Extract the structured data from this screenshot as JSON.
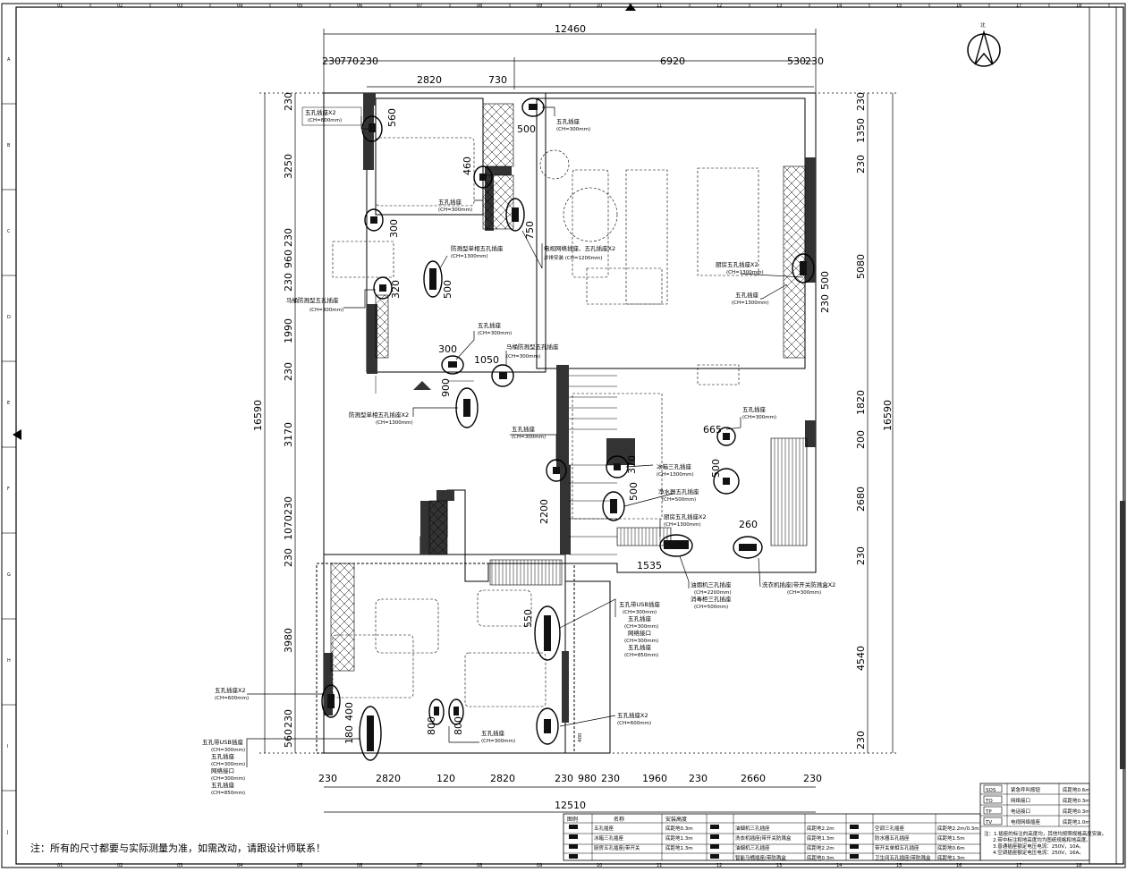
{
  "note": "注：所有的尺寸都要与实际测量为准，如需改动，请跟设计师联系！",
  "north_label": "北",
  "dims_top": [
    "12460",
    "230",
    "770",
    "230",
    "2820",
    "730",
    "6920",
    "530",
    "230"
  ],
  "dims_bottom": [
    "230",
    "2820",
    "120",
    "2820",
    "230",
    "980",
    "230",
    "1960",
    "230",
    "2660",
    "230",
    "12510"
  ],
  "dims_left": [
    "230",
    "3250",
    "230",
    "960",
    "230",
    "1990",
    "230",
    "3170",
    "230",
    "1070",
    "230",
    "3980",
    "230",
    "560",
    "16590"
  ],
  "dims_right": [
    "230",
    "1350",
    "230",
    "5080",
    "230",
    "500",
    "1820",
    "200",
    "2680",
    "230",
    "4540",
    "230",
    "16590"
  ],
  "dims_inner": [
    "560",
    "500",
    "460",
    "300",
    "320",
    "750",
    "500",
    "300",
    "1050",
    "900",
    "665",
    "370",
    "500",
    "500",
    "2200",
    "1535",
    "260",
    "550",
    "400",
    "180",
    "800",
    "800",
    "400"
  ],
  "labels": {
    "l1": "五孔插座X2",
    "l1s": "(CH=600mm)",
    "l2": "五孔插座",
    "l2s": "(CH=300mm)",
    "l3": "五孔插座",
    "l3s": "(CH=300mm)",
    "l4": "防溅型单相五孔插座",
    "l4s": "(CH=1300mm)",
    "l5": "电视网络插座、五孔插座X2",
    "l5s": "并排安装 (CH=1200mm)",
    "l6": "马桶防溅型五孔插座",
    "l6s": "(CH=300mm)",
    "l7": "五孔插座",
    "l7s": "(CH=300mm)",
    "l8": "马桶防溅型五孔插座",
    "l8s": "(CH=300mm)",
    "l9": "防溅型单相五孔插座X2",
    "l9s": "(CH=1300mm)",
    "l10": "五孔插座",
    "l10s": "(CH=300mm)",
    "l11": "厨房五孔插座X2",
    "l11s": "(CH=1300mm)",
    "l12": "五孔插座",
    "l12s": "(CH=1300mm)",
    "l13": "五孔插座",
    "l13s": "(CH=300mm)",
    "l14": "冰箱三孔插座",
    "l14s": "(CH=1300mm)",
    "l15": "净水器五孔插座",
    "l15s": "(CH=500mm)",
    "l16": "厨房五孔插座X2",
    "l16s": "(CH=1300mm)",
    "l17": "油烟机三孔插座",
    "l17s": "(CH=2200mm)",
    "l17b": "消毒柜三孔插座",
    "l17bs": "(CH=500mm)",
    "l18": "洗衣机插座|带开关防溅盒X2",
    "l18s": "(CH=300mm)",
    "l19a": "五孔带USB插座",
    "l19as": "(CH=300mm)",
    "l19b": "五孔插座",
    "l19bs": "(CH=300mm)",
    "l19c": "网络接口",
    "l19cs": "(CH=300mm)",
    "l19d": "五孔插座",
    "l19ds": "(CH=850mm)",
    "l20": "五孔插座X2",
    "l20s": "(CH=600mm)",
    "l21": "五孔插座X2",
    "l21s": "(CH=600mm)",
    "l22a": "五孔带USB插座",
    "l22as": "(CH=300mm)",
    "l22b": "五孔插座",
    "l22bs": "(CH=300mm)",
    "l22c": "网络接口",
    "l22cs": "(CH=300mm)",
    "l22d": "五孔插座",
    "l22ds": "(CH=850mm)",
    "l23": "五孔插座",
    "l23s": "(CH=300mm)"
  },
  "legend": {
    "h_icon": "图例",
    "h_name": "名称",
    "h_height": "安装高度",
    "rows": [
      [
        "五孔插座",
        "底距地0.3m",
        "油烟机三孔插座",
        "底距地2.2m",
        "空调三孔插座",
        "底距地2.2m/0.3m"
      ],
      [
        "冰箱三孔插座",
        "底距地1.3m",
        "洗衣机插座|带开关防溅盒",
        "底距地1.3m",
        "防水器五孔插座",
        "底距地1.5m"
      ],
      [
        "厨房五孔插座|带开关",
        "底距地1.3m",
        "油烟机三孔插座",
        "底距地2.2m",
        "带开关单相五孔插座",
        "底距地0.6m"
      ],
      [
        "",
        "",
        "智能马桶插座|带防溅盒",
        "底距地0.3m",
        "卫生间五孔插座|带防溅盒",
        "底距地1.3m"
      ]
    ],
    "r_rows": [
      [
        "紧急呼叫按钮",
        "底距地0.6m"
      ],
      [
        "网络接口",
        "底距地0.3m"
      ],
      [
        "电话接口",
        "底距地0.3m"
      ],
      [
        "电视网络插座",
        "底距地1.0m"
      ]
    ],
    "r_codes": [
      "SOS",
      "TO",
      "TP",
      "TV"
    ],
    "notes": [
      "注：1.插座的标注的高度均，其他均按照规格高度安装。",
      "2.带中标注和地高度均为图纸规格和地高度。",
      "3.普通插座额定电压电流：250V，10A。",
      "4.空调插座额定电压电流：250V，16A。"
    ]
  },
  "grid_cols": [
    "01",
    "02",
    "03",
    "04",
    "05",
    "06",
    "07",
    "08",
    "09",
    "10",
    "11",
    "12",
    "13",
    "14",
    "15",
    "16",
    "17",
    "18"
  ],
  "grid_rows": [
    "A",
    "B",
    "C",
    "D",
    "E",
    "F",
    "G",
    "H",
    "I",
    "J"
  ]
}
